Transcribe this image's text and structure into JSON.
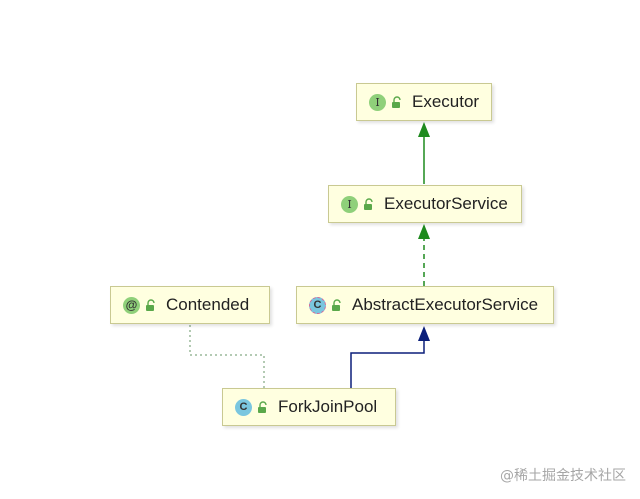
{
  "nodes": {
    "executor": {
      "label": "Executor",
      "kind": "interface",
      "badge": "I"
    },
    "executor_service": {
      "label": "ExecutorService",
      "kind": "interface",
      "badge": "I"
    },
    "abstract_executor_service": {
      "label": "AbstractExecutorService",
      "kind": "abstract-class",
      "badge": "C"
    },
    "contended": {
      "label": "Contended",
      "kind": "annotation",
      "badge": "@"
    },
    "fork_join_pool": {
      "label": "ForkJoinPool",
      "kind": "class",
      "badge": "C"
    }
  },
  "edges": [
    {
      "from": "executor_service",
      "to": "executor",
      "type": "extends-interface",
      "color": "#1e8a1e"
    },
    {
      "from": "abstract_executor_service",
      "to": "executor_service",
      "type": "implements",
      "color": "#1e8a1e"
    },
    {
      "from": "fork_join_pool",
      "to": "abstract_executor_service",
      "type": "extends-class",
      "color": "#0b1f7a"
    },
    {
      "from": "fork_join_pool",
      "to": "contended",
      "type": "annotated-by",
      "color": "#9ab89a"
    }
  ],
  "colors": {
    "node_fill": "#ffffe0",
    "node_border": "#c9c992",
    "interface_badge": "#8fd07a",
    "class_badge": "#7ac6df",
    "lock_icon": "#5aa84a"
  },
  "watermark": "@稀土掘金技术社区"
}
